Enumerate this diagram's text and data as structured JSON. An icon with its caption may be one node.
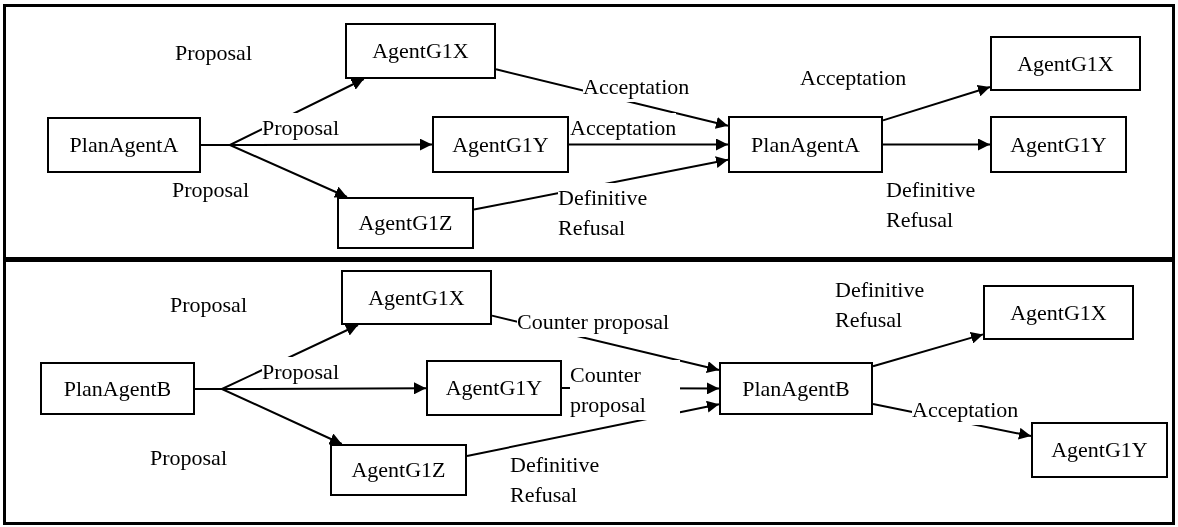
{
  "diagram": {
    "nodes": [
      {
        "text": [],
        "shape": "box"
      },
      {
        "text": [
          "PlanAgentA"
        ],
        "in": 0
      },
      {
        "text": [
          "AgentG1X"
        ],
        "in": 0
      },
      {
        "text": [
          "AgentG1Y"
        ],
        "in": 0
      },
      {
        "text": [
          "AgentG1Z"
        ],
        "in": 0
      },
      {
        "text": [
          "PlanAgentA"
        ],
        "in": 0
      },
      {
        "text": [
          "AgentG1X"
        ],
        "in": 0
      },
      {
        "text": [
          "AgentG1Y"
        ],
        "in": 0
      },
      {
        "text": [],
        "shape": "box"
      },
      {
        "text": [
          "PlanAgentB"
        ],
        "in": 8
      },
      {
        "text": [
          "AgentG1X"
        ],
        "in": 8
      },
      {
        "text": [
          "AgentG1Y"
        ],
        "in": 8
      },
      {
        "text": [
          "AgentG1Z"
        ],
        "in": 8
      },
      {
        "text": [
          "PlanAgentB"
        ],
        "in": 8
      },
      {
        "text": [
          "AgentG1X"
        ],
        "in": 8
      },
      {
        "text": [
          "AgentG1Y"
        ],
        "in": 8
      }
    ],
    "edges": [
      {
        "from": 1,
        "to": 2,
        "arrow": "to",
        "label": "Proposal"
      },
      {
        "from": 1,
        "to": 3,
        "arrow": "to",
        "label": "Proposal"
      },
      {
        "from": 1,
        "to": 4,
        "arrow": "to",
        "label": "Proposal"
      },
      {
        "from": 2,
        "to": 5,
        "arrow": "to",
        "label": "Acceptation"
      },
      {
        "from": 3,
        "to": 5,
        "arrow": "to",
        "label": "Acceptation"
      },
      {
        "from": 4,
        "to": 5,
        "arrow": "to",
        "label": "Definitive Refusal"
      },
      {
        "from": 5,
        "to": 6,
        "arrow": "to",
        "label": "Acceptation"
      },
      {
        "from": 5,
        "to": 7,
        "arrow": "to",
        "label": "Definitive Refusal"
      },
      {
        "from": 9,
        "to": 10,
        "arrow": "to",
        "label": "Proposal"
      },
      {
        "from": 9,
        "to": 11,
        "arrow": "to",
        "label": "Proposal"
      },
      {
        "from": 9,
        "to": 12,
        "arrow": "to",
        "label": "Proposal"
      },
      {
        "from": 10,
        "to": 13,
        "arrow": "to",
        "label": "Counter proposal"
      },
      {
        "from": 11,
        "to": 13,
        "arrow": "to",
        "label": "Counter proposal"
      },
      {
        "from": 12,
        "to": 13,
        "arrow": "to",
        "label": "Definitive Refusal"
      },
      {
        "from": 13,
        "to": 14,
        "arrow": "to",
        "label": "Definitive Refusal"
      },
      {
        "from": 13,
        "to": 15,
        "arrow": "to",
        "label": "Acceptation"
      }
    ]
  }
}
